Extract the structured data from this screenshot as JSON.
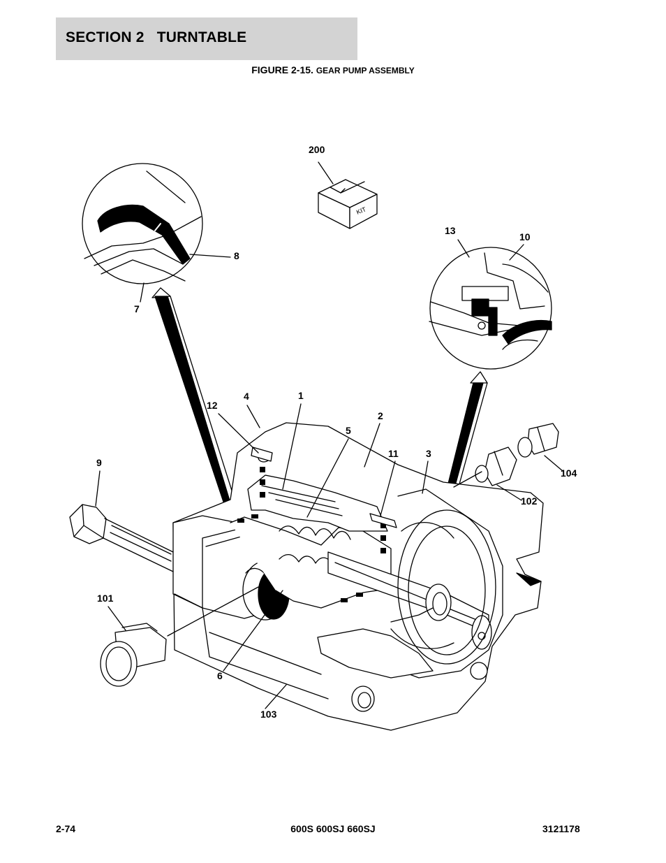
{
  "header": {
    "section_label": "SECTION 2   TURNTABLE"
  },
  "figure": {
    "caption_prefix": "FIGURE 2-15.",
    "caption_title": "GEAR PUMP ASSEMBLY",
    "kit_box_text": "KIT"
  },
  "callouts": [
    {
      "id": "200",
      "label": "200"
    },
    {
      "id": "13",
      "label": "13"
    },
    {
      "id": "10",
      "label": "10"
    },
    {
      "id": "8",
      "label": "8"
    },
    {
      "id": "7",
      "label": "7"
    },
    {
      "id": "12",
      "label": "12"
    },
    {
      "id": "4",
      "label": "4"
    },
    {
      "id": "1",
      "label": "1"
    },
    {
      "id": "2",
      "label": "2"
    },
    {
      "id": "5",
      "label": "5"
    },
    {
      "id": "11",
      "label": "11"
    },
    {
      "id": "3",
      "label": "3"
    },
    {
      "id": "9",
      "label": "9"
    },
    {
      "id": "104",
      "label": "104"
    },
    {
      "id": "102",
      "label": "102"
    },
    {
      "id": "101",
      "label": "101"
    },
    {
      "id": "6",
      "label": "6"
    },
    {
      "id": "103",
      "label": "103"
    }
  ],
  "footer": {
    "page_number": "2-74",
    "models": "600S 600SJ 660SJ",
    "doc_number": "3121178"
  }
}
